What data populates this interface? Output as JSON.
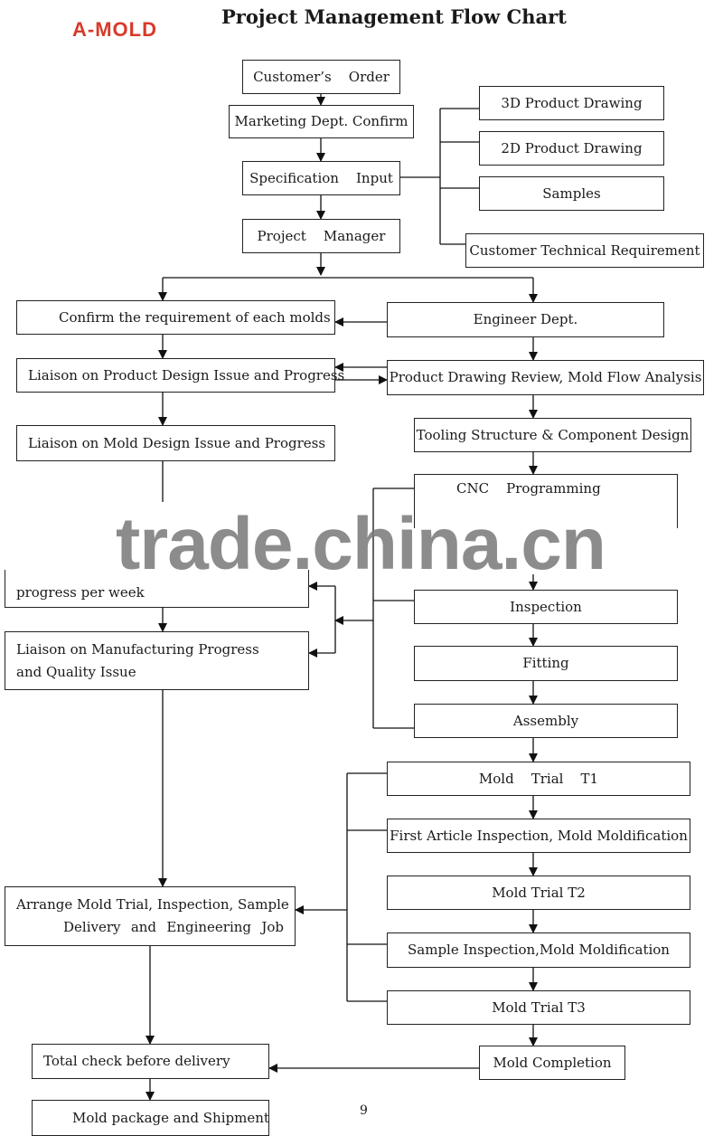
{
  "title": "Project Management Flow Chart",
  "logo": {
    "text": "A-MOLD",
    "brand_color": "#d83a2a"
  },
  "watermark": "trade.china.cn",
  "page_number": "9",
  "nodes": {
    "customers_order": "Customer’s    Order",
    "marketing_confirm": "Marketing Dept. Confirm",
    "spec_input": "Specification    Input",
    "project_manager": "Project    Manager",
    "drawing_3d": "3D Product Drawing",
    "drawing_2d": "2D Product Drawing",
    "samples": "Samples",
    "customer_tech_req": "Customer Technical Requirement",
    "confirm_requirement": "Confirm the requirement of each molds",
    "engineer_dept": "Engineer Dept.",
    "liaison_product_design": "Liaison on Product Design Issue and Progress",
    "drawing_review": "Product Drawing Review, Mold Flow Analysis",
    "liaison_mold_design": "Liaison on Mold Design Issue and Progress",
    "tooling_structure": "Tooling Structure & Component Design",
    "cnc_programming": "CNC    Programming",
    "progress_per_week": "progress per week",
    "inspection": "Inspection",
    "liaison_manufacturing_l1": "Liaison on Manufacturing Progress",
    "liaison_manufacturing_l2": "and Quality Issue",
    "fitting": "Fitting",
    "assembly": "Assembly",
    "mold_trial_t1": "Mold    Trial    T1",
    "first_article": "First Article Inspection, Mold Moldification",
    "arrange_l1": "Arrange Mold Trial, Inspection, Sample",
    "arrange_l2": "Delivery and Engineering Job",
    "mold_trial_t2": "Mold Trial T2",
    "sample_inspection": "Sample Inspection,Mold Moldification",
    "mold_trial_t3": "Mold Trial T3",
    "total_check": "Total check before delivery",
    "mold_completion": "Mold Completion",
    "mold_package": "Mold package and Shipment"
  }
}
